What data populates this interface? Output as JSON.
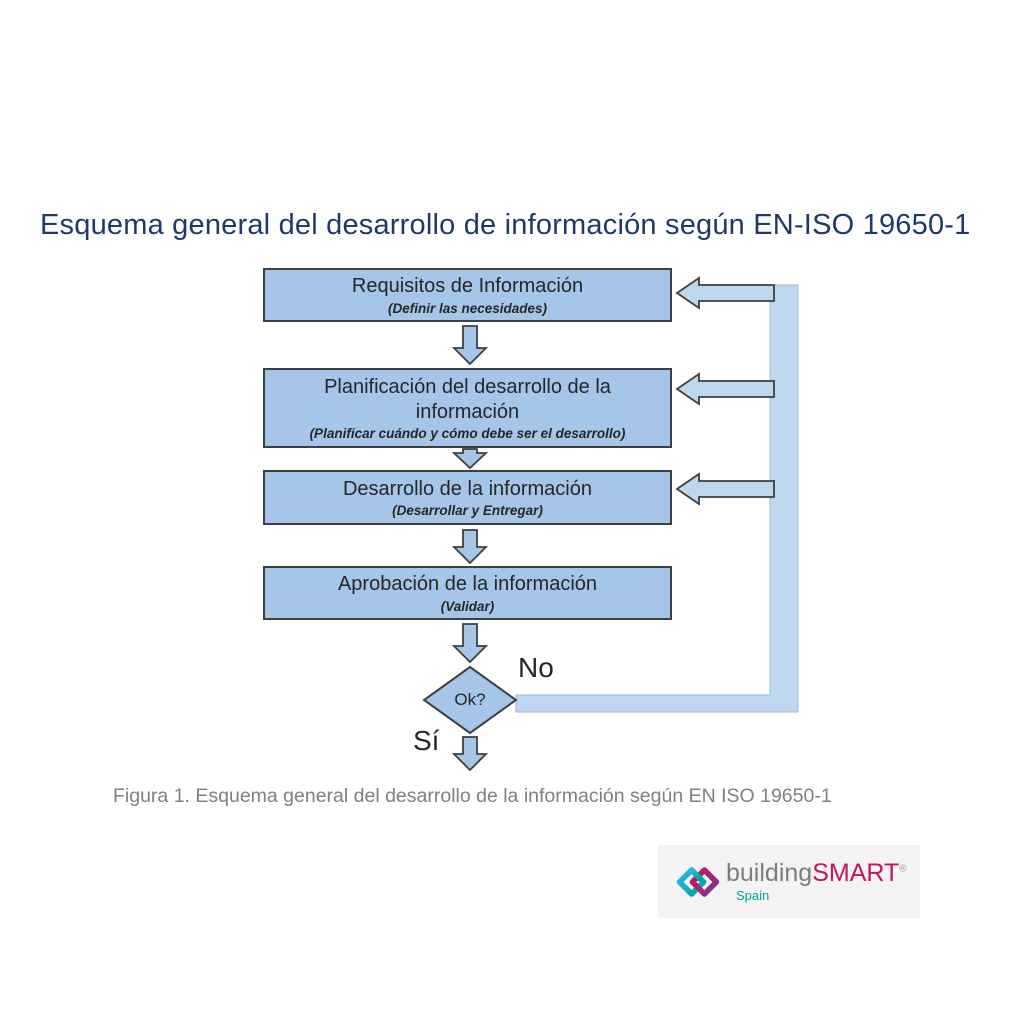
{
  "title": "Esquema general del desarrollo de información según EN-ISO 19650-1",
  "flowchart": {
    "boxes": [
      {
        "label": "Requisitos de Información",
        "sublabel": "(Definir las necesidades)"
      },
      {
        "label": "Planificación del desarrollo de la información",
        "sublabel": "(Planificar cuándo y cómo debe ser el desarrollo)"
      },
      {
        "label": "Desarrollo de la información",
        "sublabel": "(Desarrollar y Entregar)"
      },
      {
        "label": "Aprobación de la información",
        "sublabel": "(Validar)"
      }
    ],
    "decision": {
      "label": "Ok?",
      "yes_label": "Sí",
      "no_label": "No"
    },
    "colors": {
      "box_fill": "#A5C6E8",
      "box_border": "#3F3F3F",
      "loop_fill": "#BDD7EE",
      "title_color": "#1F3A68",
      "caption_color": "#808080"
    }
  },
  "caption": "Figura 1. Esquema general del desarrollo de la información según EN ISO 19650-1",
  "logo": {
    "brand_gray": "building",
    "brand_red": "SMART",
    "registered": "®",
    "region": "Spain",
    "brand_red_color": "#C4145C",
    "region_color": "#00A59B"
  }
}
